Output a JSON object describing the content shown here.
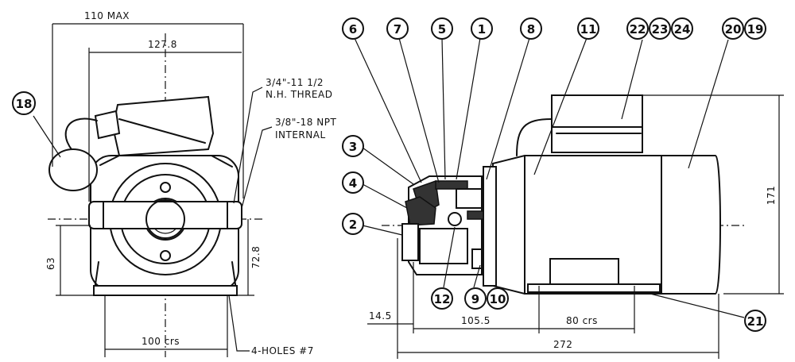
{
  "dimensions": {
    "max_110": "110 MAX",
    "width_127": "127.8",
    "height_63": "63",
    "height_72": "72.8",
    "crs_100": "100 crs",
    "offset_14": "14.5",
    "len_105": "105.5",
    "crs_80": "80 crs",
    "total_272": "272",
    "height_171": "171"
  },
  "notes": {
    "thread_line1": "3/4\"-11 1/2",
    "thread_line2": "N.H. THREAD",
    "npt_line1": "3/8\"-18 NPT",
    "npt_line2": "INTERNAL",
    "holes": "4-HOLES #7"
  },
  "callouts": {
    "c18": "18",
    "c6": "6",
    "c7": "7",
    "c5": "5",
    "c1": "1",
    "c8": "8",
    "c11": "11",
    "c22": "22",
    "c23": "23",
    "c24": "24",
    "c20": "20",
    "c19": "19",
    "c3": "3",
    "c4": "4",
    "c2": "2",
    "c12": "12",
    "c9": "9",
    "c10": "10",
    "c21": "21"
  }
}
